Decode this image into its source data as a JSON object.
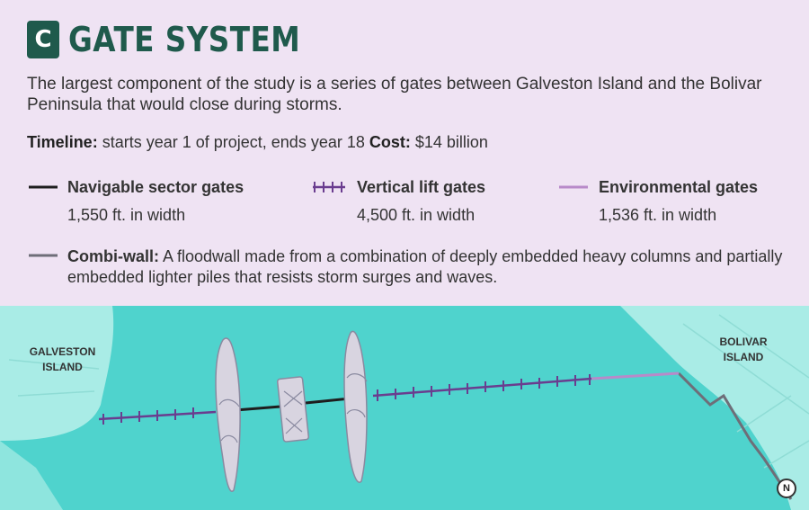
{
  "header": {
    "logo_letter": "C",
    "title": "GATE SYSTEM",
    "intro": "The largest component of the study is a series of gates between Galveston Island and the Bolivar Peninsula that would close during storms.",
    "timeline_label": "Timeline:",
    "timeline_value": " starts year 1 of project, ends year 18 ",
    "cost_label": "Cost:",
    "cost_value": " $14 billion"
  },
  "legend": {
    "navigable": {
      "name": "Navigable sector gates",
      "width": "1,550 ft. in width",
      "color": "#1e1e1e"
    },
    "vertical": {
      "name": "Vertical lift gates",
      "width": "4,500 ft. in width",
      "color": "#6a3d8f"
    },
    "environmental": {
      "name": "Environmental gates",
      "width": "1,536 ft. in width",
      "color": "#b88ac9"
    },
    "combi": {
      "name": "Combi-wall:",
      "description": " A floodwall made from a combination of deeply embedded heavy columns and partially embedded lighter piles that resists storm surges and waves.",
      "color": "#6e6e78"
    }
  },
  "map": {
    "galveston_line1": "GALVESTON",
    "galveston_line2": "ISLAND",
    "bolivar_line1": "BOLIVAR",
    "bolivar_line2": "ISLAND",
    "north": "N",
    "water_color": "#4fd3cd",
    "land_color": "#a9ece6"
  }
}
